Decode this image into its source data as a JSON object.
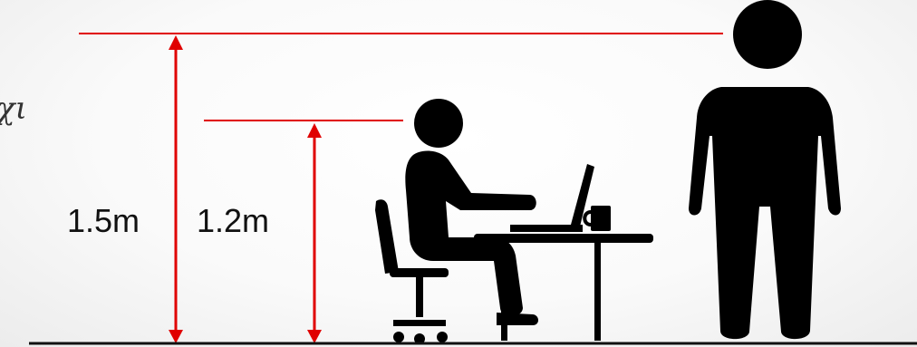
{
  "edge_fragment": "χι",
  "measurements": {
    "standing": {
      "label": "1.5m"
    },
    "seated": {
      "label": "1.2m"
    }
  },
  "colors": {
    "measure_line": "#e00000",
    "silhouette": "#000000",
    "floor": "#111111"
  },
  "figures": [
    "standing-person-icon",
    "seated-person-icon",
    "laptop-icon",
    "desk-icon",
    "office-chair-icon",
    "coffee-mug-icon"
  ]
}
